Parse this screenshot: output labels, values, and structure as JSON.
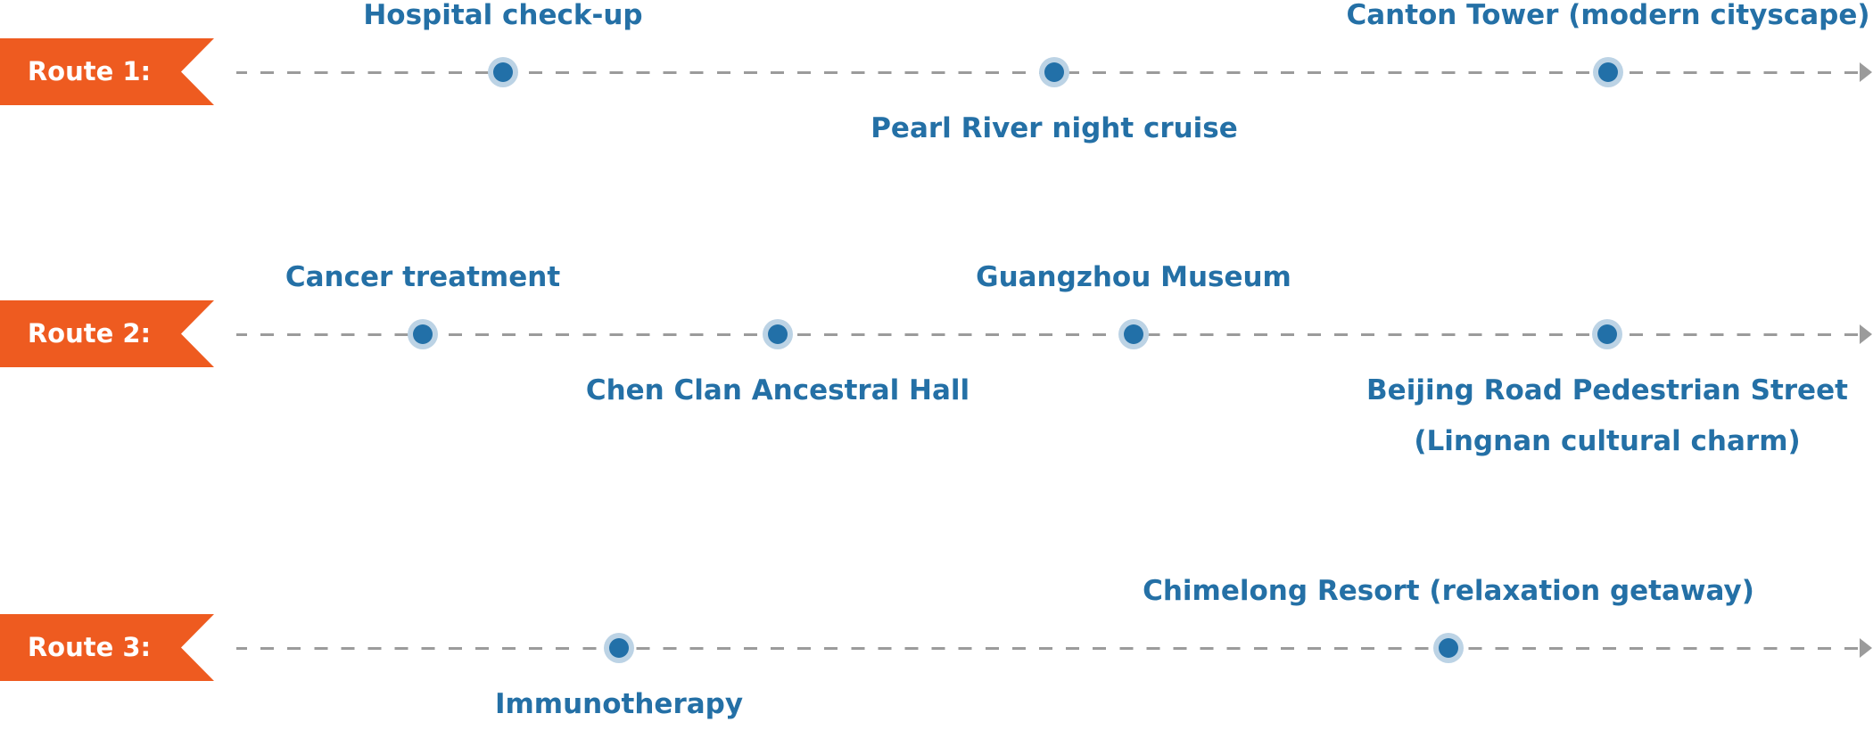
{
  "colors": {
    "banner": "#ee5b20",
    "banner_text": "#ffffff",
    "track": "#9b9b9b",
    "dot_outer": "#bcd3e5",
    "dot_inner": "#2270a8",
    "label": "#2470a6"
  },
  "routes": [
    {
      "label": "Route 1:",
      "stops": [
        {
          "name": "Hospital check-up",
          "position": "above"
        },
        {
          "name": "Pearl River night cruise",
          "position": "below"
        },
        {
          "name": "Canton Tower (modern cityscape)",
          "position": "above"
        }
      ]
    },
    {
      "label": "Route 2:",
      "stops": [
        {
          "name": "Cancer treatment",
          "position": "above"
        },
        {
          "name": "Chen Clan Ancestral Hall",
          "position": "below"
        },
        {
          "name": "Guangzhou Museum",
          "position": "above"
        },
        {
          "name": "Beijing Road Pedestrian Street\n(Lingnan cultural charm)",
          "position": "below"
        }
      ]
    },
    {
      "label": "Route 3:",
      "stops": [
        {
          "name": "Immunotherapy",
          "position": "below"
        },
        {
          "name": "Chimelong Resort (relaxation getaway)",
          "position": "above"
        }
      ]
    }
  ]
}
